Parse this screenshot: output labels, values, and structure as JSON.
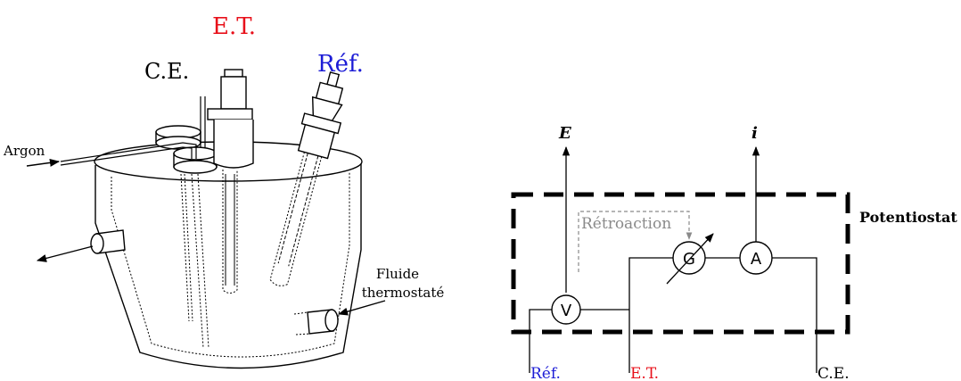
{
  "cell": {
    "labels": {
      "et": "E.T.",
      "ce": "C.E.",
      "ref": "Réf.",
      "argon": "Argon",
      "fluide_line1": "Fluide",
      "fluide_line2": "thermostaté"
    }
  },
  "circuit": {
    "e_label": "E",
    "i_label": "i",
    "feedback_label": "Rétroaction",
    "potentiostat_label": "Potentiostat",
    "meters": {
      "v": "V",
      "g": "G",
      "a": "A"
    },
    "terminals": {
      "ref": "Réf.",
      "et": "E.T.",
      "ce": "C.E."
    }
  },
  "colors": {
    "et": "#e8101a",
    "ref": "#1c1cd6",
    "feedback": "#8a8a8a",
    "ink": "#000000"
  }
}
